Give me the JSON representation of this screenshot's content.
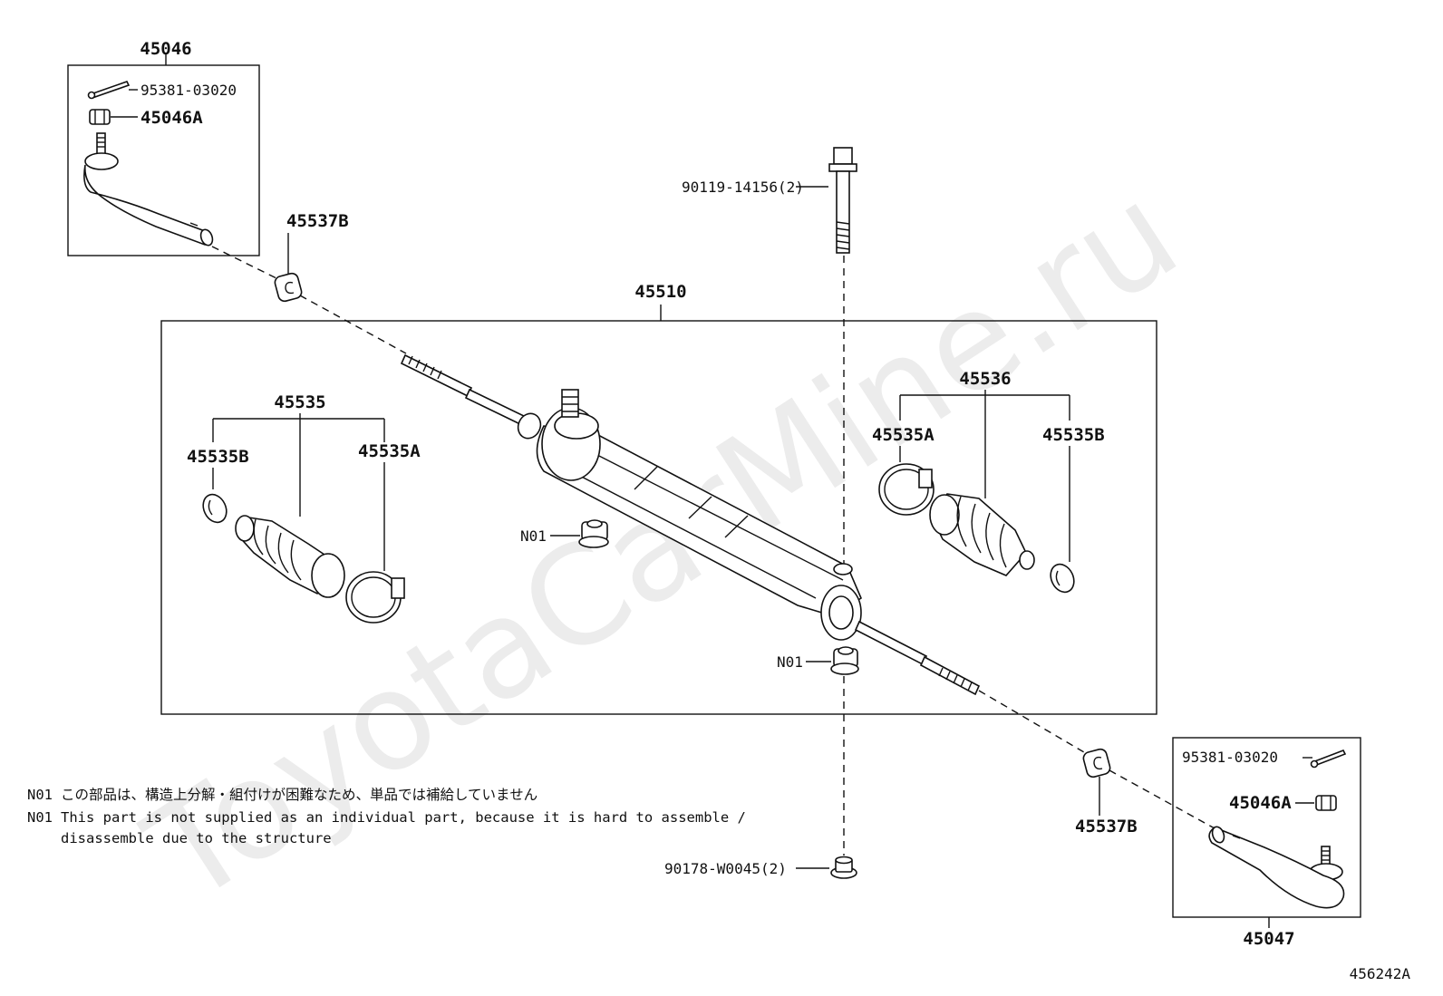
{
  "watermark": "ToyotaCarMine.ru",
  "figure_code": "456242A",
  "callouts": {
    "tie_rod_end_lh": "45046",
    "cotter_pin_top": "95381-03020",
    "nut_top": "45046A",
    "bushing_top": "45537B",
    "gear_assembly": "45510",
    "bolt": "90119-14156(2)",
    "boot_set_left": "45535",
    "clip_left_b": "45535B",
    "clamp_left_a": "45535A",
    "boot_set_right": "45536",
    "clamp_right_a": "45535A",
    "clip_right_b": "45535B",
    "n01_upper": "N01",
    "n01_lower": "N01",
    "bushing_bottom": "45537B",
    "nut_bolt_bottom": "90178-W0045(2)",
    "cotter_pin_bottom": "95381-03020",
    "nut_bottom": "45046A",
    "tie_rod_end_rh": "45047"
  },
  "notes": {
    "n01_jp_tag": "N01",
    "n01_jp_text": "この部品は、構造上分解・組付けが困難なため、単品では補給していません",
    "n01_en_tag": "N01",
    "n01_en_line1": "This part is not supplied as an individual part, because it is hard to assemble /",
    "n01_en_line2": "disassemble due to the structure"
  }
}
